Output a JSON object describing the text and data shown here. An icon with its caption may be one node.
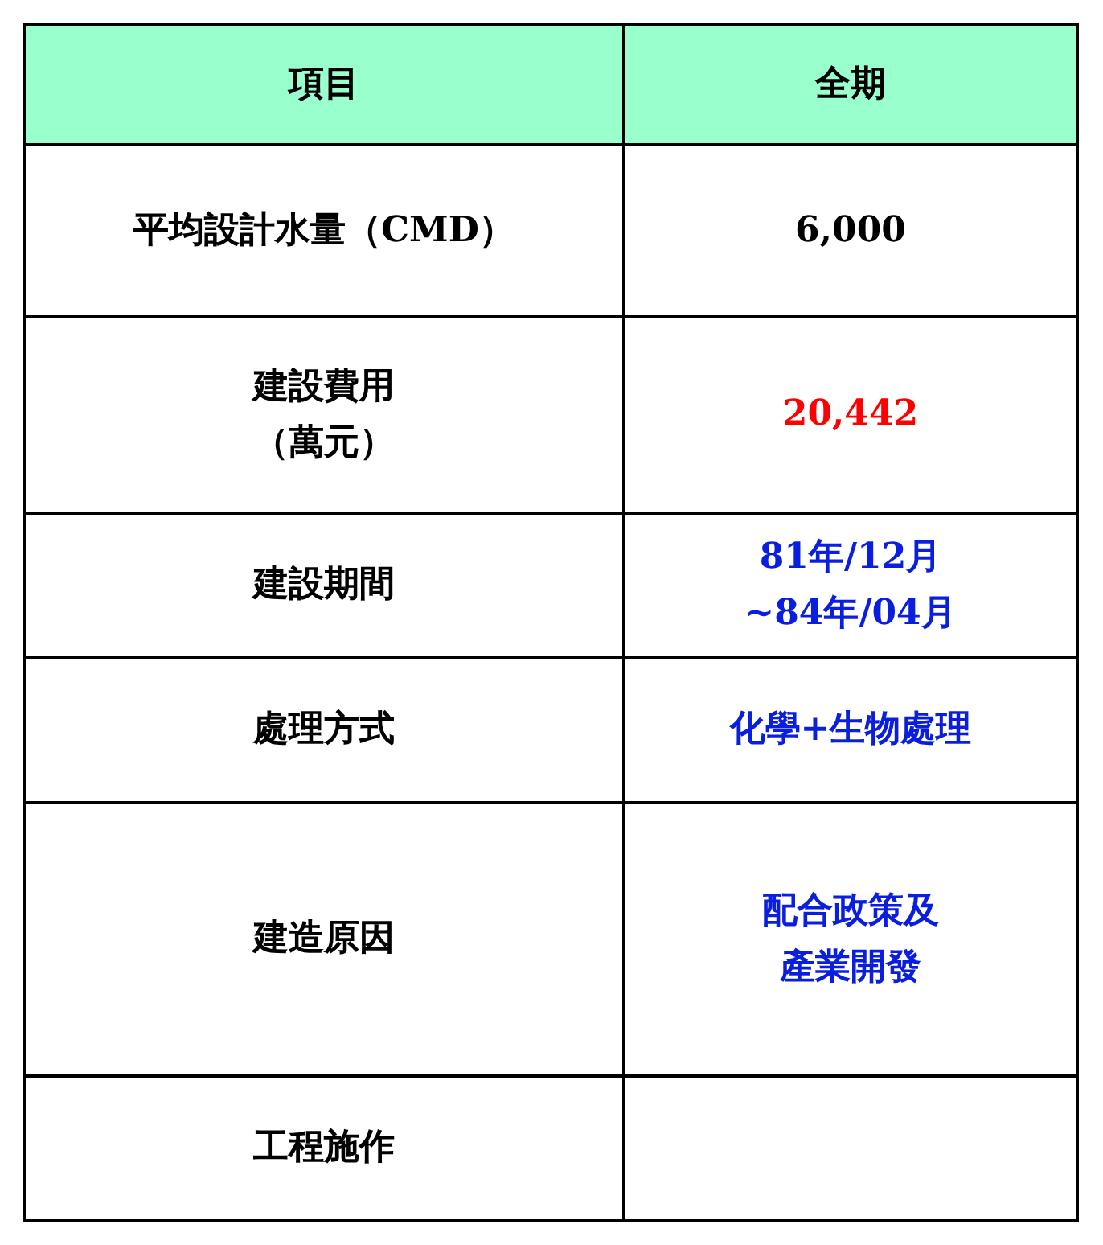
{
  "diagram": {
    "labels": [
      "項目",
      "全期",
      "平均設計水量（CMD）",
      "6,000",
      "建設費用（萬元）",
      "20,442",
      "建設期間",
      "81年/12月~84年/04月",
      "處理方式",
      "化學+生物處理",
      "建造原因",
      "配合政策及產業開發",
      "工程施作"
    ]
  }
}
